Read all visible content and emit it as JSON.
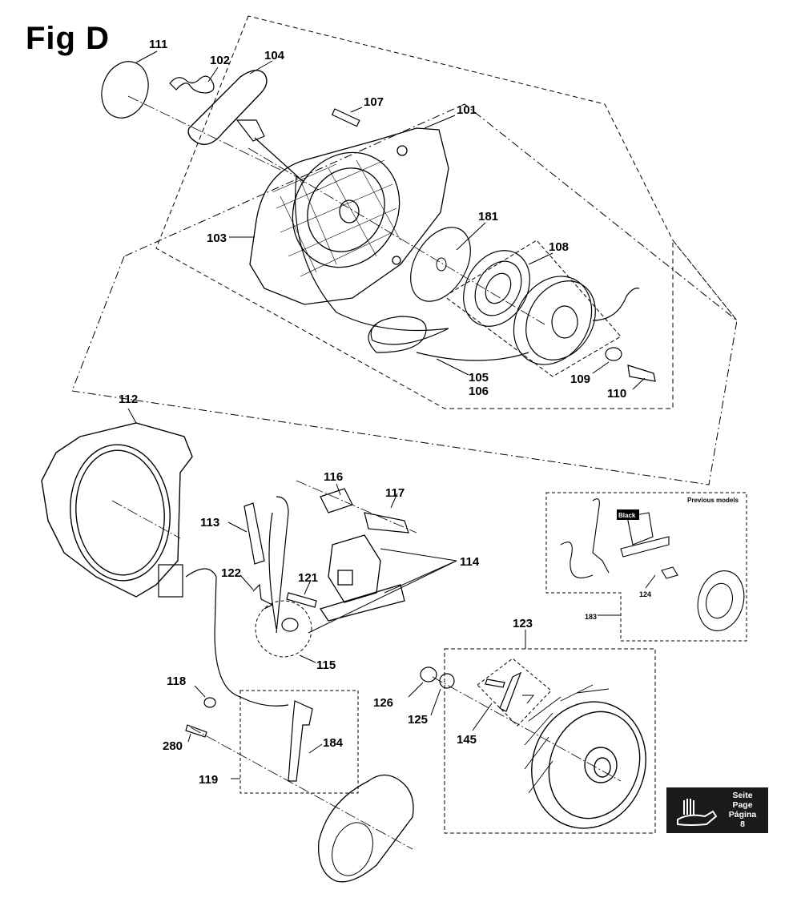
{
  "figure": {
    "title": "Fig D"
  },
  "callouts": {
    "c101": "101",
    "c102": "102",
    "c103": "103",
    "c104": "104",
    "c105": "105",
    "c106": "106",
    "c107": "107",
    "c108": "108",
    "c109": "109",
    "c110": "110",
    "c111": "111",
    "c112": "112",
    "c113": "113",
    "c114": "114",
    "c115": "115",
    "c116": "116",
    "c117": "117",
    "c118": "118",
    "c119": "119",
    "c121": "121",
    "c122": "122",
    "c123": "123",
    "c124": "124",
    "c125": "125",
    "c126": "126",
    "c145": "145",
    "c181": "181",
    "c183": "183",
    "c184": "184",
    "c280": "280"
  },
  "inset": {
    "heading": "Previous models",
    "wire_label": "Black"
  },
  "page_badge": {
    "line1": "Seite",
    "line2": "Page",
    "line3": "Página",
    "line4": "8"
  },
  "colors": {
    "ink": "#000000",
    "badge_bg": "#1a1a1a",
    "badge_text": "#ffffff"
  },
  "icons": {
    "badge_icon": "hand-book-icon"
  }
}
